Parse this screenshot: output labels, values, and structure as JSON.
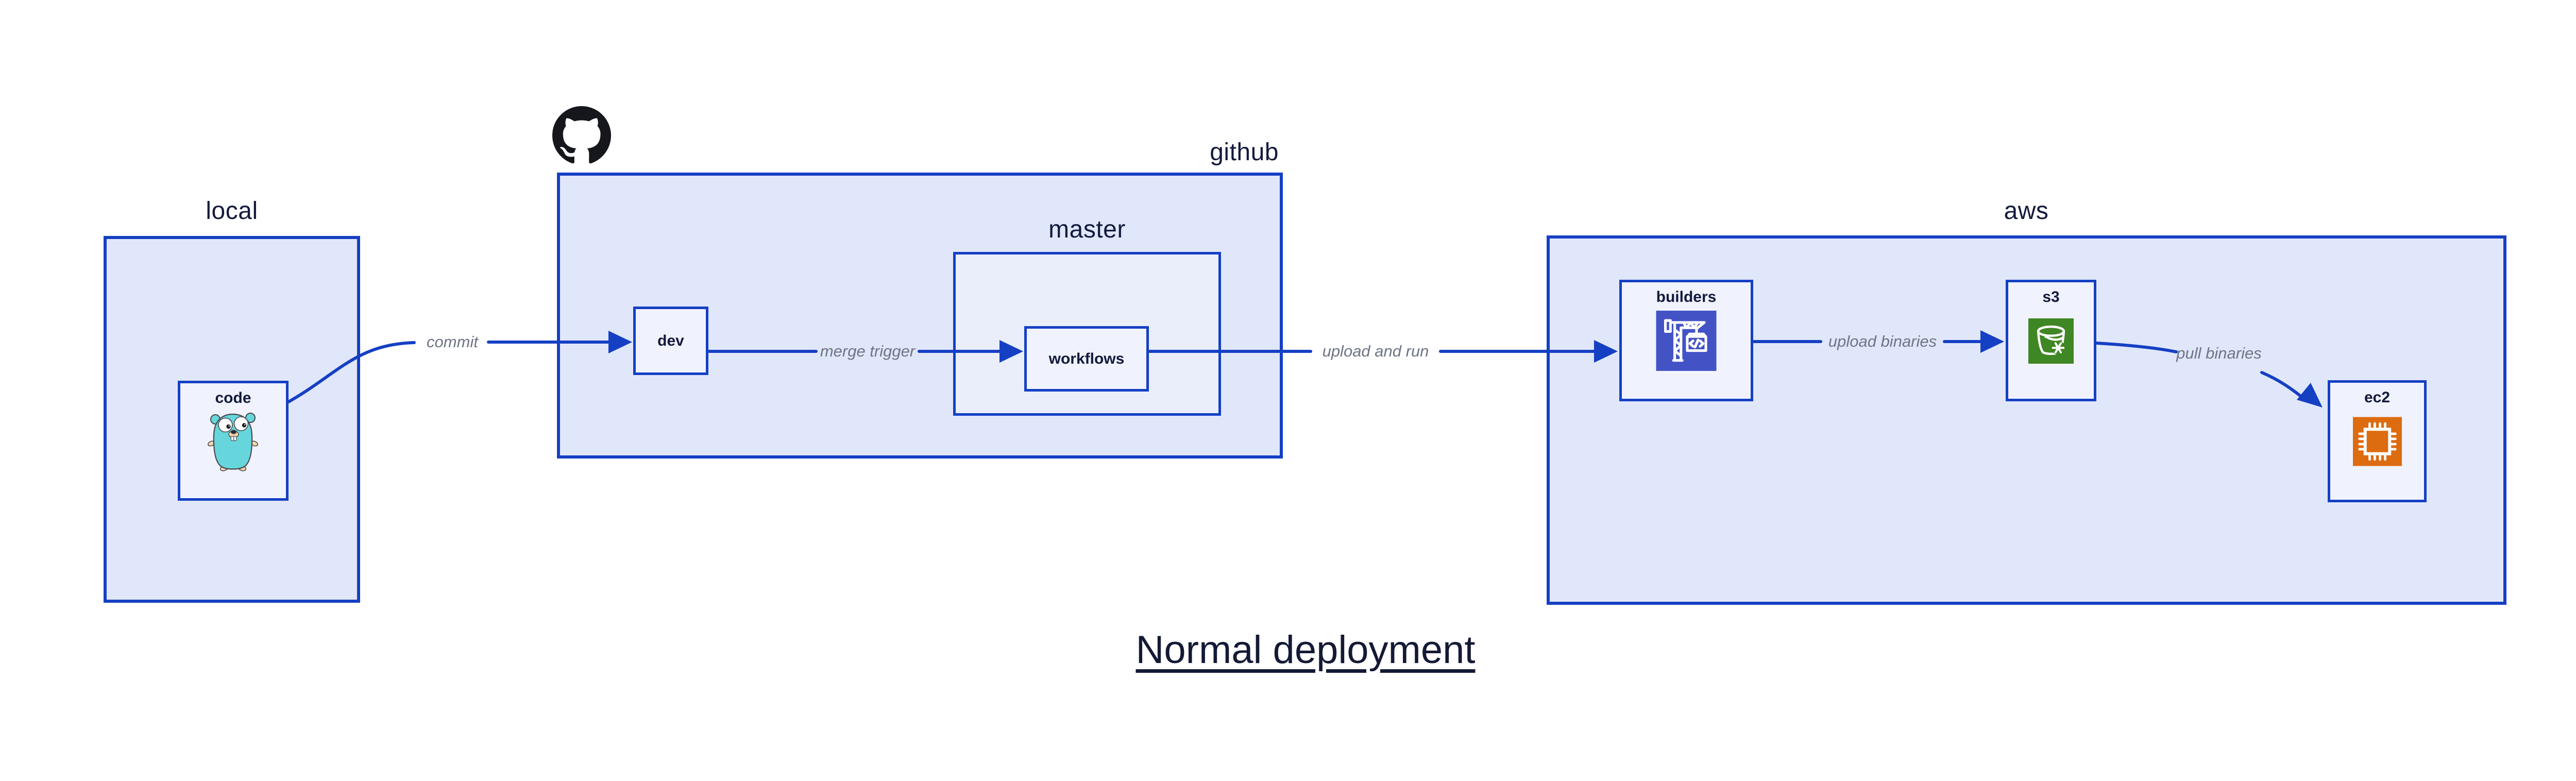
{
  "diagram_title": "Normal deployment",
  "containers": {
    "local": {
      "label": "local"
    },
    "github": {
      "label": "github",
      "logo": "github-octocat-logo"
    },
    "master": {
      "label": "master"
    },
    "aws": {
      "label": "aws"
    }
  },
  "nodes": {
    "code": {
      "label": "code",
      "icon": "go-gopher-icon"
    },
    "dev": {
      "label": "dev"
    },
    "workflows": {
      "label": "workflows"
    },
    "builders": {
      "label": "builders",
      "icon": "aws-codebuild-crane-icon"
    },
    "s3": {
      "label": "s3",
      "icon": "aws-s3-bucket-icon"
    },
    "ec2": {
      "label": "ec2",
      "icon": "aws-ec2-chip-icon"
    }
  },
  "edges": [
    {
      "label": "commit",
      "from": "code",
      "to": "dev"
    },
    {
      "label": "merge trigger",
      "from": "dev",
      "to": "workflows"
    },
    {
      "label": "upload and run",
      "from": "workflows",
      "to": "builders"
    },
    {
      "label": "upload binaries",
      "from": "builders",
      "to": "s3"
    },
    {
      "label": "pull binaries",
      "from": "s3",
      "to": "ec2"
    }
  ],
  "colors": {
    "line": "#1540c4",
    "outer_fill": "#e1e7fa",
    "master_fill": "#eaeefb",
    "node_fill": "#f0f3fd",
    "navy": "#131a3d",
    "edge_gray": "#6e7486",
    "builders_icon": "#4353c6",
    "s3_icon": "#3f8624",
    "ec2_icon": "#dd6b10",
    "gopher_body": "#67d6dc",
    "github_logo": "#15171c",
    "title_text": "#141a35"
  }
}
